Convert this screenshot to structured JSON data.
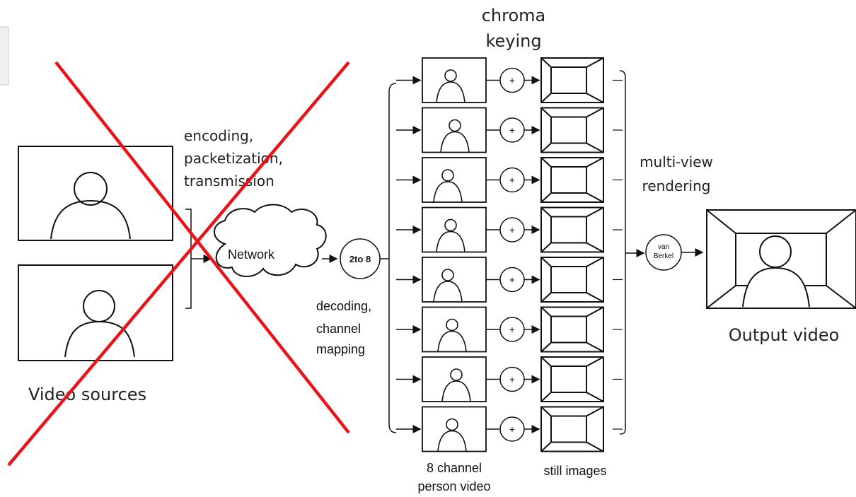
{
  "labels": {
    "chroma_line1": "chroma",
    "chroma_line2": "keying",
    "encoding_line1": "encoding,",
    "encoding_line2": "packetization,",
    "encoding_line3": "transmission",
    "network": "Network",
    "demux": "2to 8",
    "decoding_line1": "decoding,",
    "decoding_line2": "channel",
    "decoding_line3": "mapping",
    "multiview_line1": "multi-view",
    "multiview_line2": "rendering",
    "renderer_line1": "van",
    "renderer_line2": "Berkel",
    "video_sources": "Video sources",
    "output_video": "Output video",
    "channels_line1": "8 channel",
    "channels_line2": "person video",
    "still_images": "still images",
    "plus": "+"
  },
  "colors": {
    "line": "#111111",
    "cross": "#e8141a",
    "corner_box": "#f0f0f0"
  },
  "channel_count": 8
}
